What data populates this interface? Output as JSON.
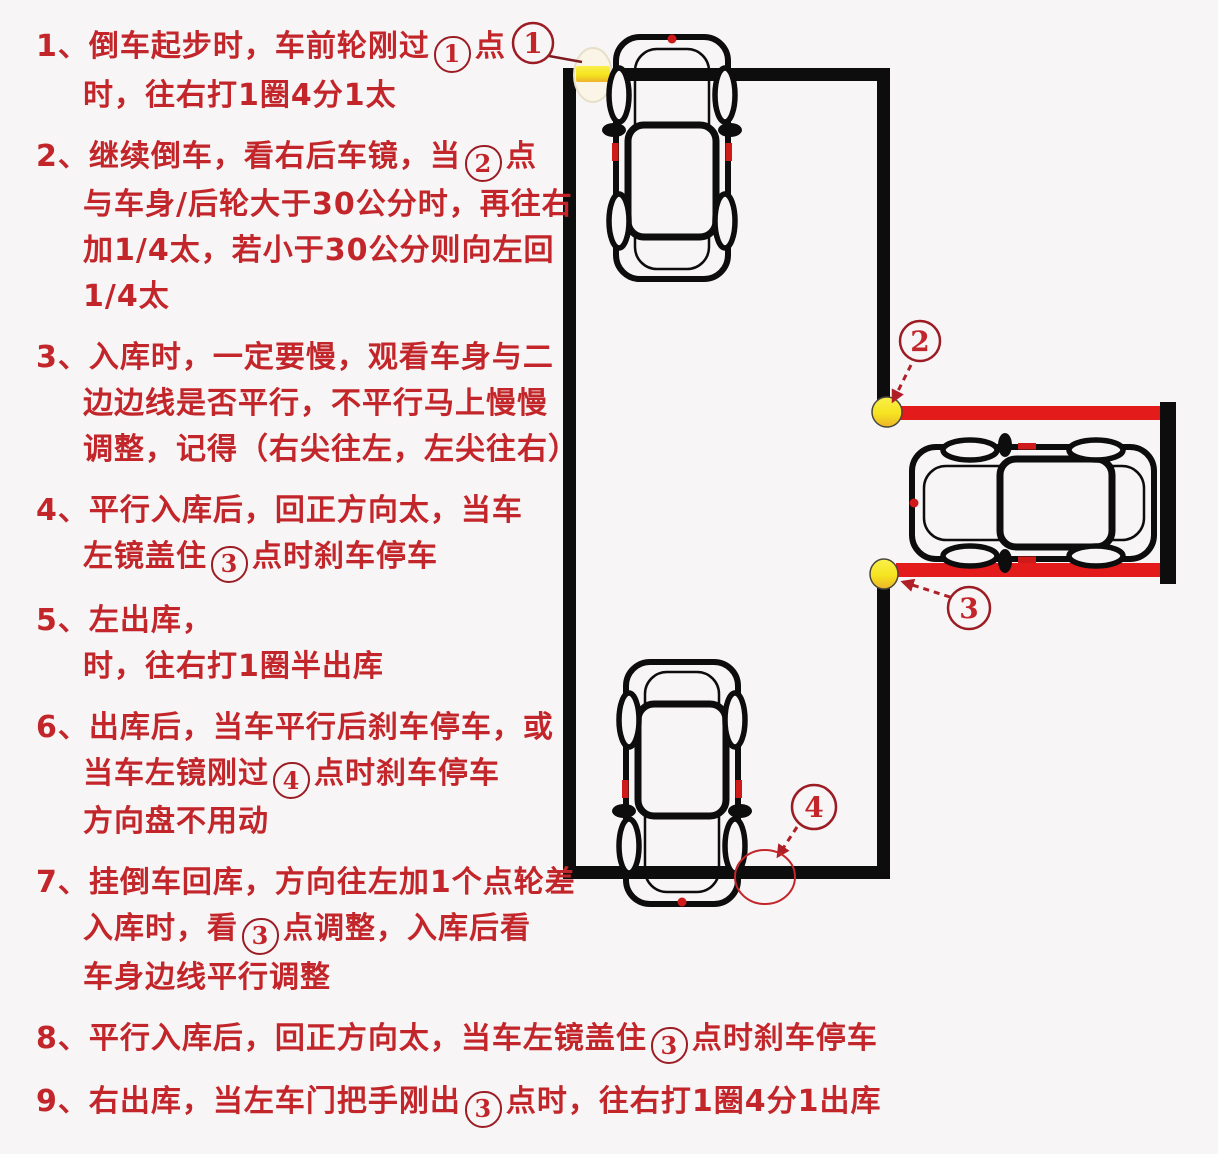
{
  "colors": {
    "text_red": "#c3262a",
    "course_black": "#0d0d0d",
    "parking_line_red": "#e31b1b",
    "marker_yellow": "#f5e41f",
    "background": "#f7f5f6"
  },
  "instructions": {
    "items": [
      {
        "lines": [
          [
            {
              "t": "1、倒车起步时，车前轮刚过"
            },
            {
              "c": "1"
            },
            {
              "t": "点"
            }
          ],
          [
            {
              "t": "时，往右打1圈4分1太"
            }
          ]
        ]
      },
      {
        "lines": [
          [
            {
              "t": "2、继续倒车，看右后车镜，当"
            },
            {
              "c": "2"
            },
            {
              "t": "点"
            }
          ],
          [
            {
              "t": "与车身/后轮大于30公分时，再往右"
            }
          ],
          [
            {
              "t": "加1/4太，若小于30公分则向左回"
            }
          ],
          [
            {
              "t": "1/4太"
            }
          ]
        ]
      },
      {
        "lines": [
          [
            {
              "t": "3、入库时，一定要慢，观看车身与二"
            }
          ],
          [
            {
              "t": "边边线是否平行，不平行马上慢慢"
            }
          ],
          [
            {
              "t": "调整，记得（右尖往左，左尖往右）"
            }
          ]
        ]
      },
      {
        "lines": [
          [
            {
              "t": "4、平行入库后，回正方向太，当车"
            }
          ],
          [
            {
              "t": "左镜盖住"
            },
            {
              "c": "3"
            },
            {
              "t": "点时刹车停车"
            }
          ]
        ]
      },
      {
        "lines": [
          [
            {
              "t": "5、左出库，"
            }
          ],
          [
            {
              "t": "时，往右打1圈半出库"
            }
          ]
        ]
      },
      {
        "lines": [
          [
            {
              "t": "6、出库后，当车平行后刹车停车，或"
            }
          ],
          [
            {
              "t": "当车左镜刚过"
            },
            {
              "c": "4"
            },
            {
              "t": "点时刹车停车"
            }
          ],
          [
            {
              "t": "方向盘不用动"
            }
          ]
        ]
      },
      {
        "lines": [
          [
            {
              "t": "7、挂倒车回库，方向往左加1个点轮差"
            }
          ],
          [
            {
              "t": "入库时，看"
            },
            {
              "c": "3"
            },
            {
              "t": "点调整，入库后看"
            }
          ],
          [
            {
              "t": "车身边线平行调整"
            }
          ]
        ]
      },
      {
        "lines": [
          [
            {
              "t": "8、平行入库后，回正方向太，当车左镜盖住"
            },
            {
              "c": "3"
            },
            {
              "t": "点时刹车停车"
            }
          ]
        ]
      },
      {
        "lines": [
          [
            {
              "t": "9、右出库，当左车门把手刚出"
            },
            {
              "c": "3"
            },
            {
              "t": "点时，往右打1圈4分1出库"
            }
          ]
        ]
      }
    ]
  },
  "diagram": {
    "points": [
      {
        "label": "1"
      },
      {
        "label": "2"
      },
      {
        "label": "3"
      },
      {
        "label": "4"
      }
    ]
  }
}
